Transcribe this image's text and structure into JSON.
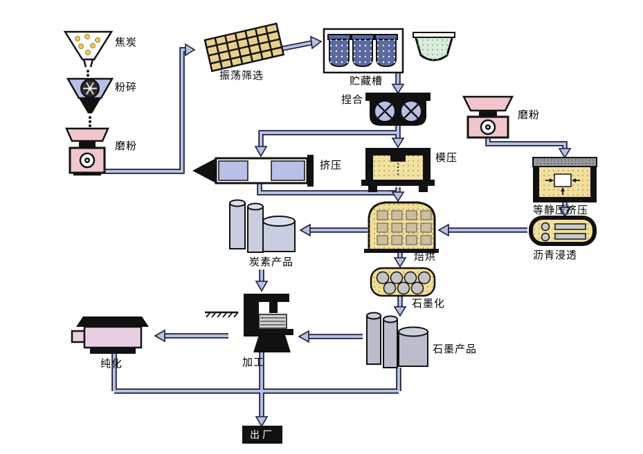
{
  "nodes": {
    "coke": {
      "label": "焦炭"
    },
    "crushing": {
      "label": "粉碎"
    },
    "milling": {
      "label": "磨粉"
    },
    "screening": {
      "label": "振荡筛选"
    },
    "storage_tank": {
      "label": "贮藏槽"
    },
    "kneading": {
      "label": "捏合"
    },
    "milling2": {
      "label": "磨粉"
    },
    "extrusion": {
      "label": "挤压"
    },
    "molding": {
      "label": "模压"
    },
    "isostatic_pressing": {
      "label": "等静压挤压"
    },
    "baking": {
      "label": "焙烘"
    },
    "pitch_impregnation": {
      "label": "沥青浸透"
    },
    "carbon_products": {
      "label": "炭素产品"
    },
    "graphitization": {
      "label": "石墨化"
    },
    "graphite_products": {
      "label": "石墨产品"
    },
    "machining": {
      "label": "加工"
    },
    "purification": {
      "label": "纯化"
    },
    "shipping": {
      "label": "出厂"
    }
  },
  "colors": {
    "background": "#ffffff",
    "arrow_fill": "#b5c1e0",
    "arrow_outline": "#1c1c3c",
    "machine_pink": "#f0c6cc",
    "machine_lavender": "#b9c0e6",
    "machine_yellow": "#f2dd95",
    "container_blue": "#5b6aa0",
    "outline_black": "#111111"
  }
}
